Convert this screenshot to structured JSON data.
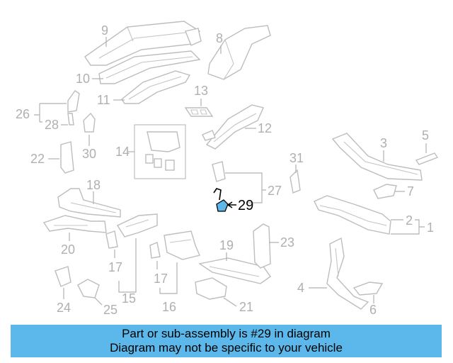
{
  "diagram": {
    "labels": {
      "p2": "2",
      "p3": "3",
      "p4": "4",
      "p5": "5",
      "p6": "6",
      "p7": "7",
      "p8": "8",
      "p9": "9",
      "p10": "10",
      "p11": "11",
      "p12": "12",
      "p13": "13",
      "p14": "14",
      "p15": "15",
      "p16": "16",
      "p17a": "17",
      "p17b": "17",
      "p18": "18",
      "p19": "19",
      "p20": "20",
      "p21": "21",
      "p22": "22",
      "p23": "23",
      "p24": "24",
      "p25": "25",
      "p26": "26",
      "p27": "27",
      "p28": "28",
      "p29": "29",
      "p30": "30",
      "p31": "31",
      "p1": "1"
    },
    "highlight_color": "#5cb8ea",
    "label_color": "#b0b0b0"
  },
  "banner": {
    "line1": "Part or sub-assembly is #29 in diagram",
    "line2": "Diagram may not be specific to your vehicle",
    "color": "#5cb8ea"
  }
}
